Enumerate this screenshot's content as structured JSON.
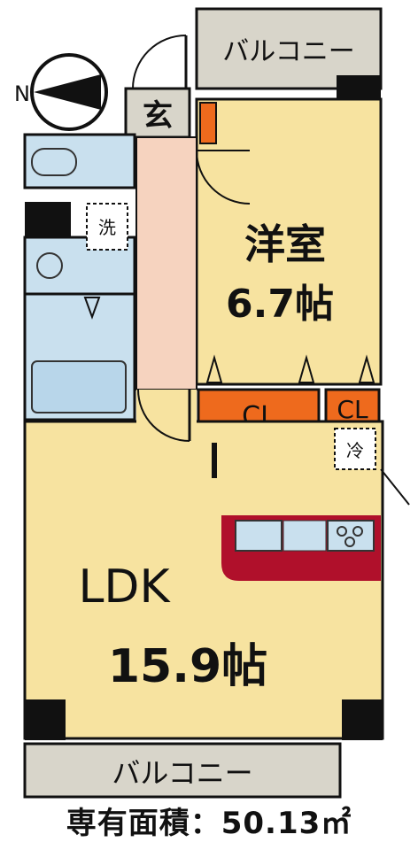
{
  "compass": {
    "label": "N"
  },
  "rooms": {
    "balcony_top": "バルコニー",
    "entrance": "玄",
    "bedroom_name": "洋室",
    "bedroom_size": "6.7帖",
    "closet_main": "CL",
    "closet_small": "CL",
    "washer": "洗",
    "fridge": "冷",
    "ldk_name": "LDK",
    "ldk_size": "15.9帖",
    "balcony_bottom": "バルコニー"
  },
  "footer": {
    "area_text": "専有面積：50.13㎡"
  },
  "colors": {
    "living": "#f7e3a0",
    "hall": "#f6d3bf",
    "wet": "#c9e0ee",
    "balcony": "#d8d5ca",
    "closet": "#ee6a1d",
    "wall": "#111111",
    "counter": "#b0102b"
  }
}
